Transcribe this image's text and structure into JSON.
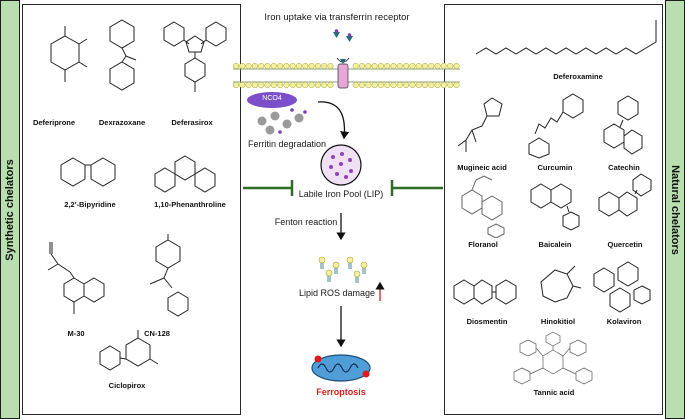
{
  "side_labels": {
    "left": "Synthetic chelators",
    "right": "Natural chelators"
  },
  "center": {
    "iron_uptake": "Iron uptake via transferrin receptor",
    "ncoa4": "NCO4",
    "ferritin": "Ferritin degradation",
    "lip": "Labile Iron Pool (LIP)",
    "fenton": "Fenton reaction",
    "lipid_ros": "Lipid ROS damage",
    "ferroptosis": "Ferroptosis"
  },
  "synthetic": [
    "Deferiprone",
    "Dexrazoxane",
    "Deferasirox",
    "2,2'-Bipyridine",
    "1,10-Phenanthroline",
    "M-30",
    "CN-128",
    "Ciclopirox"
  ],
  "natural": [
    "Deferoxamine",
    "Mugineic acid",
    "Curcumin",
    "Catechin",
    "Floranol",
    "Baicalein",
    "Quercetin",
    "Diosmentin",
    "Hinokitiol",
    "Kolaviron",
    "Tannic acid"
  ],
  "colors": {
    "band": "#b9dfb0",
    "ncoa4": "#7b4fc9",
    "lip_fill": "#efe0f3",
    "iron_dot": "#8d44b5",
    "inhibit": "#2e6b26",
    "ferroptosis": "#e01b1b",
    "teal": "#1f6d7a",
    "mito": "#4f9ed8"
  }
}
